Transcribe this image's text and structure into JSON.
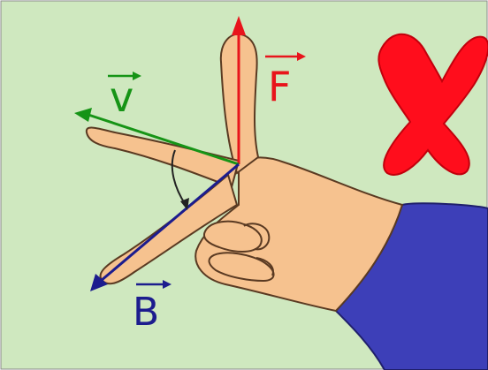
{
  "labels": {
    "force": "F",
    "velocity": "v",
    "field": "B"
  },
  "colors": {
    "background": "#cfe8bf",
    "skin": "#f6c28f",
    "skin_outline": "#5a3a22",
    "sleeve": "#3d3fb8",
    "force": "#e8141b",
    "velocity": "#169416",
    "field": "#1c1c8e",
    "cross": "#ff0d1c",
    "angle_arc": "#222222"
  },
  "icons": {
    "mark": "red-cross-icon"
  },
  "mark_meaning": "incorrect"
}
